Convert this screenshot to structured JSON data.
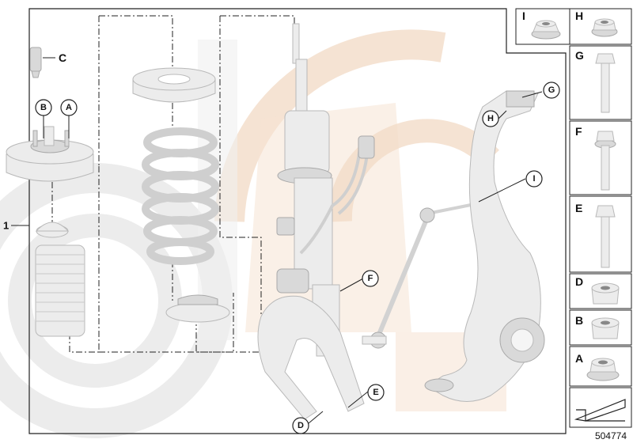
{
  "diagram_id": "504774",
  "main_callouts": {
    "item_1": "1",
    "A": "A",
    "B": "B",
    "C": "C",
    "D": "D",
    "E": "E",
    "F": "F",
    "G": "G",
    "H": "H",
    "I": "I"
  },
  "legend": [
    {
      "letter": "I",
      "part": "flange-nut"
    },
    {
      "letter": "H",
      "part": "flange-nut"
    },
    {
      "letter": "G",
      "part": "long-hex-bolt"
    },
    {
      "letter": "F",
      "part": "flange-bolt"
    },
    {
      "letter": "E",
      "part": "hex-bolt"
    },
    {
      "letter": "D",
      "part": "hex-nut"
    },
    {
      "letter": "B",
      "part": "self-locking-nut"
    },
    {
      "letter": "A",
      "part": "collar-nut"
    }
  ],
  "colors": {
    "watermark_gray": "#e9e9e9",
    "watermark_beige": "#f3dcc8",
    "part_fill": "#ececec",
    "line": "#222222"
  }
}
